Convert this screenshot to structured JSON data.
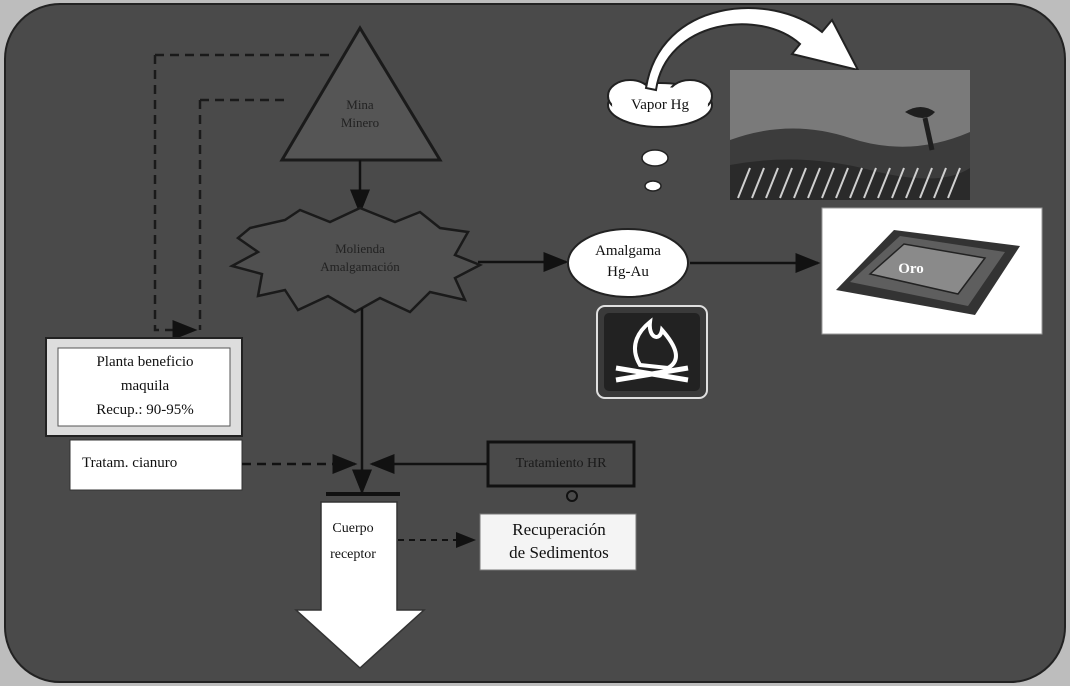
{
  "labels": {
    "mine": [
      "Mina",
      "Minero"
    ],
    "grinding": [
      "Molienda",
      "Amalgamación"
    ],
    "vapor": "Vapor Hg",
    "amalgam": [
      "Amalgama",
      "Hg-Au"
    ],
    "gold": "Oro",
    "plant": [
      "Planta beneficio",
      "maquila",
      "Recup.: 90-95%"
    ],
    "cyanide": "Tratam. cianuro",
    "hg_treatment": "Tratamiento HR",
    "receptor": [
      "Cuerpo",
      "receptor"
    ],
    "sediments": [
      "Recuperación",
      "de Sedimentos"
    ]
  },
  "colors": {
    "background": "#4a4a4a",
    "box_fill": "#ffffff",
    "arrow": "#1a1a1a",
    "sky": "#7a7a7a",
    "gold_bar": "#5e5e5e"
  },
  "icons": [
    "fire-icon",
    "landscape-image",
    "gold-bar-icon",
    "curved-arrow-icon",
    "down-arrow-icon"
  ]
}
